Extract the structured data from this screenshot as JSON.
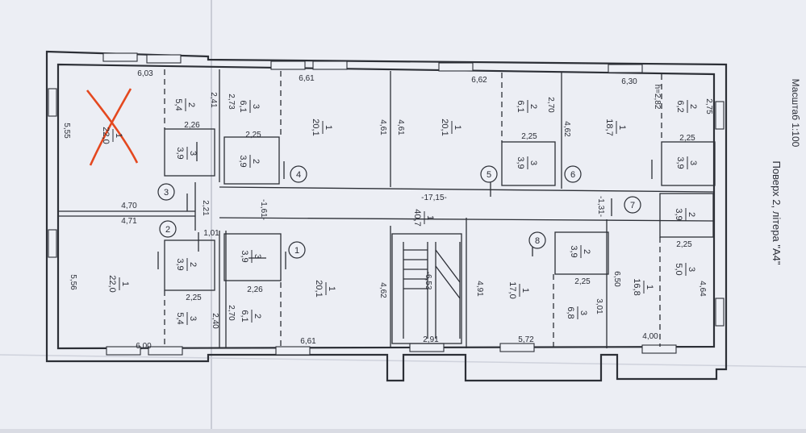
{
  "plan": {
    "floor_caption": "Поверх 2, літера \"А4\"",
    "scale_caption": "Масштаб 1:100",
    "rooms": [
      {
        "id": "r1",
        "num": "1",
        "area": "22,0",
        "rot": 90
      },
      {
        "id": "r2",
        "num": "2",
        "area": "5,4",
        "rot": 90
      },
      {
        "id": "r3",
        "num": "3",
        "area": "3,9",
        "rot": 90
      },
      {
        "id": "r4",
        "num": "1",
        "area": "22,0",
        "rot": 90
      },
      {
        "id": "r5",
        "num": "2",
        "area": "3,9",
        "rot": 90
      },
      {
        "id": "r6",
        "num": "3",
        "area": "5,4",
        "rot": 90
      },
      {
        "id": "r7",
        "num": "3",
        "area": "6,1",
        "rot": 90
      },
      {
        "id": "r8",
        "num": "2",
        "area": "3,9",
        "rot": 90
      },
      {
        "id": "r9",
        "num": "1",
        "area": "20,1",
        "rot": 90
      },
      {
        "id": "r10",
        "num": "3",
        "area": "3,9",
        "rot": 90
      },
      {
        "id": "r11",
        "num": "2",
        "area": "6,1",
        "rot": 90
      },
      {
        "id": "r12",
        "num": "1",
        "area": "20,1",
        "rot": 90
      },
      {
        "id": "r13",
        "num": "2",
        "area": "6,1",
        "rot": 90
      },
      {
        "id": "r14",
        "num": "3",
        "area": "3,9",
        "rot": 90
      },
      {
        "id": "r15",
        "num": "1",
        "area": "20,1",
        "rot": 90
      },
      {
        "id": "r16",
        "num": "2",
        "area": "6,2",
        "rot": 90
      },
      {
        "id": "r17",
        "num": "3",
        "area": "3,9",
        "rot": 90
      },
      {
        "id": "r18",
        "num": "1",
        "area": "18,7",
        "rot": 90
      },
      {
        "id": "r19",
        "num": "1",
        "area": "40,7",
        "rot": 90
      },
      {
        "id": "r20",
        "num": "2",
        "area": "3,9",
        "rot": 90
      },
      {
        "id": "r21",
        "num": "1",
        "area": "17,0",
        "rot": 90
      },
      {
        "id": "r22",
        "num": "3",
        "area": "6,8",
        "rot": 90
      },
      {
        "id": "r23",
        "num": "2",
        "area": "3,9",
        "rot": 90
      },
      {
        "id": "r24",
        "num": "3",
        "area": "5,0",
        "rot": 90
      },
      {
        "id": "r25",
        "num": "1",
        "area": "16,8",
        "rot": 90
      }
    ],
    "dimensions": [
      {
        "id": "d1",
        "text": "6,03",
        "rot": 0
      },
      {
        "id": "d2",
        "text": "2,41",
        "rot": 90
      },
      {
        "id": "d3",
        "text": "2,26",
        "rot": 0
      },
      {
        "id": "d4",
        "text": "5,55",
        "rot": 90
      },
      {
        "id": "d5",
        "text": "4,70",
        "rot": 0
      },
      {
        "id": "d6",
        "text": "4,71",
        "rot": 0
      },
      {
        "id": "d7",
        "text": "2,21",
        "rot": 90
      },
      {
        "id": "d8",
        "text": "1,01",
        "rot": 0
      },
      {
        "id": "d9",
        "text": "5,56",
        "rot": 90
      },
      {
        "id": "d10",
        "text": "2,25",
        "rot": 0
      },
      {
        "id": "d11",
        "text": "2,40",
        "rot": 90
      },
      {
        "id": "d12",
        "text": "6,00",
        "rot": 0
      },
      {
        "id": "d13",
        "text": "6,61",
        "rot": 0
      },
      {
        "id": "d14",
        "text": "2,73",
        "rot": 90
      },
      {
        "id": "d15",
        "text": "2,25",
        "rot": 0
      },
      {
        "id": "d16",
        "text": "4,61",
        "rot": 90
      },
      {
        "id": "d17",
        "text": "-1,61-",
        "rot": 90
      },
      {
        "id": "d18",
        "text": "2,26",
        "rot": 0
      },
      {
        "id": "d19",
        "text": "2,70",
        "rot": 90
      },
      {
        "id": "d20",
        "text": "4,62",
        "rot": 90
      },
      {
        "id": "d21",
        "text": "6,61",
        "rot": 0
      },
      {
        "id": "d22",
        "text": "6,62",
        "rot": 0
      },
      {
        "id": "d23",
        "text": "4,61",
        "rot": 90
      },
      {
        "id": "d24",
        "text": "2,70",
        "rot": 90
      },
      {
        "id": "d25",
        "text": "2,25",
        "rot": 0
      },
      {
        "id": "d26",
        "text": "-17,15-",
        "rot": 0
      },
      {
        "id": "d27",
        "text": "-6,53",
        "rot": 90
      },
      {
        "id": "d28",
        "text": "2,91",
        "rot": 0
      },
      {
        "id": "d29",
        "text": "6,30",
        "rot": 0
      },
      {
        "id": "d30",
        "text": "h=2,82",
        "rot": 90
      },
      {
        "id": "d31",
        "text": "2,75",
        "rot": 90
      },
      {
        "id": "d32",
        "text": "4,62",
        "rot": 90
      },
      {
        "id": "d33",
        "text": "2,25",
        "rot": 0
      },
      {
        "id": "d34",
        "text": "-1,31-",
        "rot": 90
      },
      {
        "id": "d35",
        "text": "4,91",
        "rot": 90
      },
      {
        "id": "d36",
        "text": "2,25",
        "rot": 0
      },
      {
        "id": "d37",
        "text": "3,01",
        "rot": 90
      },
      {
        "id": "d38",
        "text": "5,72",
        "rot": 0
      },
      {
        "id": "d39",
        "text": "6,50",
        "rot": 90
      },
      {
        "id": "d40",
        "text": "2,25",
        "rot": 0
      },
      {
        "id": "d41",
        "text": "4,64",
        "rot": 90
      },
      {
        "id": "d42",
        "text": "4,00",
        "rot": 0
      }
    ],
    "markers": [
      {
        "id": "m1",
        "text": "1"
      },
      {
        "id": "m2",
        "text": "2"
      },
      {
        "id": "m3",
        "text": "3"
      },
      {
        "id": "m4",
        "text": "4"
      },
      {
        "id": "m5",
        "text": "5"
      },
      {
        "id": "m6",
        "text": "6"
      },
      {
        "id": "m7",
        "text": "7"
      },
      {
        "id": "m8",
        "text": "8"
      }
    ],
    "colors": {
      "paper": "#f3f4f8",
      "line": "#2c2f36",
      "cross": "#e4481f"
    }
  }
}
